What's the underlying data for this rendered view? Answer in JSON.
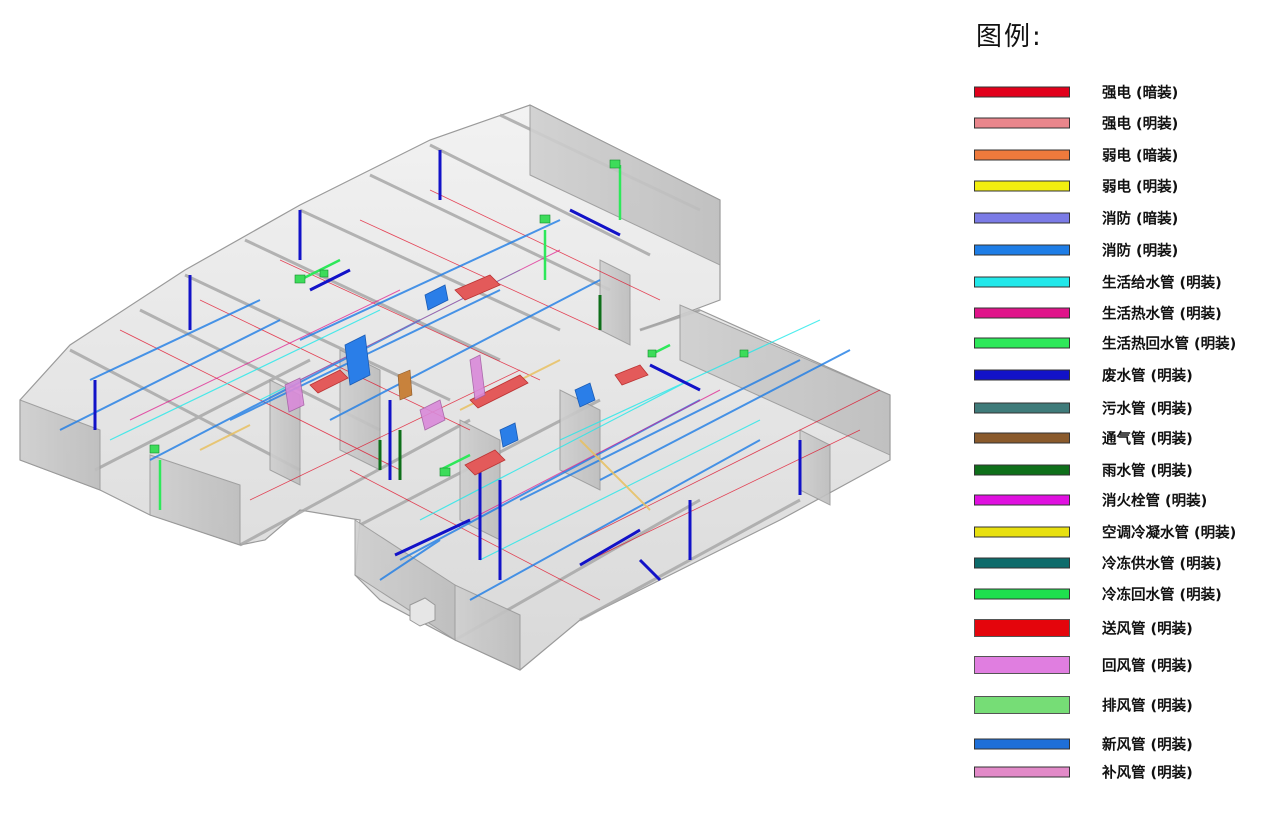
{
  "legend": {
    "title": "图例:",
    "items": [
      {
        "label": "强电 (暗装)",
        "color": "#e1001b",
        "kind": "pipe"
      },
      {
        "label": "强电 (明装)",
        "color": "#e9868c",
        "kind": "pipe"
      },
      {
        "label": "弱电 (暗装)",
        "color": "#ee7a3c",
        "kind": "pipe"
      },
      {
        "label": "弱电 (明装)",
        "color": "#f2ee10",
        "kind": "pipe"
      },
      {
        "label": "消防 (暗装)",
        "color": "#7b7be6",
        "kind": "pipe"
      },
      {
        "label": "消防 (明装)",
        "color": "#1e7de6",
        "kind": "pipe"
      },
      {
        "label": "生活给水管 (明装)",
        "color": "#22e8ea",
        "kind": "pipe"
      },
      {
        "label": "生活热水管 (明装)",
        "color": "#e0148a",
        "kind": "pipe"
      },
      {
        "label": "生活热回水管 (明装)",
        "color": "#2ee85a",
        "kind": "pipe"
      },
      {
        "label": "废水管 (明装)",
        "color": "#1212c8",
        "kind": "pipe"
      },
      {
        "label": "污水管 (明装)",
        "color": "#3f7b7a",
        "kind": "pipe"
      },
      {
        "label": "通气管 (明装)",
        "color": "#8a5a2c",
        "kind": "pipe"
      },
      {
        "label": "雨水管 (明装)",
        "color": "#0e6f1a",
        "kind": "pipe"
      },
      {
        "label": "消火栓管 (明装)",
        "color": "#e010e0",
        "kind": "pipe"
      },
      {
        "label": "空调冷凝水管 (明装)",
        "color": "#e8e010",
        "kind": "pipe"
      },
      {
        "label": "冷冻供水管 (明装)",
        "color": "#0d6b6b",
        "kind": "pipe"
      },
      {
        "label": "冷冻回水管 (明装)",
        "color": "#1ee04e",
        "kind": "pipe"
      },
      {
        "label": "送风管 (明装)",
        "color": "#e4050c",
        "kind": "duct"
      },
      {
        "label": "回风管 (明装)",
        "color": "#e07ee0",
        "kind": "duct"
      },
      {
        "label": "排风管 (明装)",
        "color": "#76dd76",
        "kind": "duct"
      },
      {
        "label": "新风管 (明装)",
        "color": "#1e6fd8",
        "kind": "pipe"
      },
      {
        "label": "补风管 (明装)",
        "color": "#e28ac8",
        "kind": "pipe"
      }
    ]
  }
}
